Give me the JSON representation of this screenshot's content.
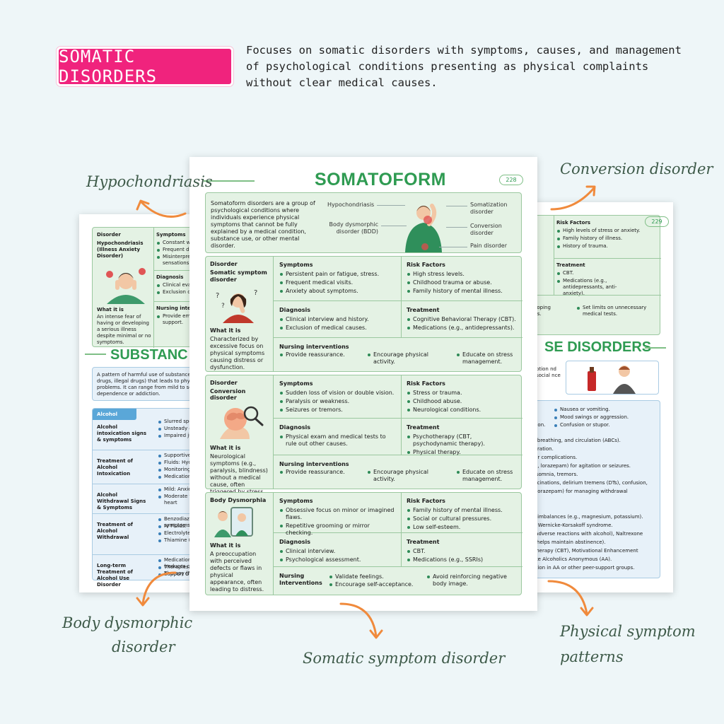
{
  "header": {
    "badge": "SOMATIC DISORDERS",
    "intro": "Focuses on somatic disorders with symptoms, causes, and management of psychological conditions presenting as physical complaints without clear medical causes."
  },
  "callouts": {
    "hypochondriasis": "Hypochondriasis",
    "conversion": "Conversion disorder",
    "body_dysmorphic_1": "Body dysmorphic",
    "body_dysmorphic_2": "disorder",
    "somatic_symptom": "Somatic symptom disorder",
    "physical_1": "Physical symptom",
    "physical_2": "patterns"
  },
  "main": {
    "title": "SOMATOFORM DISORDERS",
    "page_number": "228",
    "intro_text": "Somatoform disorders are a group of psychological conditions where individuals experience physical symptoms that cannot be fully explained by a medical condition, substance use, or other mental disorder.",
    "labels": {
      "hypochondriasis": "Hypochondriasis",
      "bdd": "Body dysmorphic disorder (BDD)",
      "somatization": "Somatization disorder",
      "conversion": "Conversion disorder",
      "pain": "Pain disorder"
    },
    "common": {
      "disorder": "Disorder",
      "what_it_is": "What it is",
      "symptoms": "Symptoms",
      "risk_factors": "Risk Factors",
      "diagnosis": "Diagnosis",
      "treatment": "Treatment",
      "nursing": "Nursing interventions",
      "nursing_split": "Nursing Interventions"
    },
    "somatic": {
      "name": "Somatic symptom disorder",
      "what": "Characterized by excessive focus on physical symptoms causing distress or dysfunction.",
      "symptoms": [
        "Persistent pain or fatigue, stress.",
        "Frequent medical visits.",
        "Anxiety about symptoms."
      ],
      "risk": [
        "High stress levels.",
        "Childhood trauma or abuse.",
        "Family history of mental illness."
      ],
      "diagnosis": [
        "Clinical interview and history.",
        "Exclusion of medical causes."
      ],
      "treatment": [
        "Cognitive Behavioral Therapy (CBT).",
        "Medications (e.g., antidepressants)."
      ],
      "nursing": [
        "Provide reassurance.",
        "Encourage physical activity.",
        "Educate on stress management."
      ]
    },
    "conversion": {
      "name": "Conversion disorder",
      "what": "Neurological symptoms (e.g., paralysis, blindness) without a medical cause, often triggered by stress.",
      "symptoms": [
        "Sudden loss of vision or double vision.",
        "Paralysis or weakness.",
        "Seizures or tremors."
      ],
      "risk": [
        "Stress or trauma.",
        "Childhood abuse.",
        "Neurological conditions."
      ],
      "diagnosis": [
        "Physical exam and medical tests to rule out other causes."
      ],
      "treatment": [
        "Psychotherapy (CBT, psychodynamic therapy).",
        "Physical therapy."
      ],
      "nursing": [
        "Provide reassurance.",
        "Encourage physical activity.",
        "Educate on stress management."
      ]
    },
    "bdd": {
      "name": "Body Dysmorphia",
      "what": "A preoccupation with perceived defects or flaws in physical appearance, often leading to distress.",
      "symptoms": [
        "Obsessive focus on minor or imagined flaws.",
        "Repetitive grooming or mirror checking."
      ],
      "risk": [
        "Family history of mental illness.",
        "Social or cultural pressures.",
        "Low self-esteem."
      ],
      "diagnosis": [
        "Clinical interview.",
        "Psychological assessment."
      ],
      "treatment": [
        "CBT.",
        "Medications (e.g., SSRIs)"
      ],
      "nursing": [
        "Validate feelings.",
        "Encourage self-acceptance.",
        "Avoid reinforcing negative body image."
      ]
    }
  },
  "left_page": {
    "disorder": "Disorder",
    "name": "Hypochondriasis (Illness Anxiety Disorder)",
    "symptoms": "Symptoms",
    "sym_items": [
      "Constant wor",
      "Frequent doc",
      "Misinterpret sensations."
    ],
    "diagnosis": "Diagnosis",
    "diag_items": [
      "Clinical evalu",
      "Exclusion of m"
    ],
    "what": "What it is",
    "what_text": "An intense fear of having or developing a serious illness despite minimal or no symptoms.",
    "nursing": "Nursing interv",
    "nursing_items": [
      "Provide emot support."
    ],
    "section_title": "SUBSTANC",
    "sub_intro": "A pattern of harmful use of substances ( drugs, illegal drugs) that leads to physic problems. It can range from mild to seve dependence or addiction.",
    "alcohol_tab": "Alcohol",
    "rows": [
      {
        "label": "Alcohol intoxication signs & symptoms",
        "items": [
          "Slurred spe",
          "Unsteady g",
          "Impaired ju"
        ]
      },
      {
        "label": "Treatment of Alcohol Intoxication",
        "items": [
          "Supportive",
          "Fluids: Hyd",
          "Monitoring",
          "Medication"
        ]
      },
      {
        "label": "Alcohol Withdrawal Signs & Symptoms",
        "items": [
          "Mild: Anxie",
          "Moderate t rapid heart"
        ]
      },
      {
        "label": "Treatment of Alcohol Withdrawal",
        "items": [
          "Benzodiaze symptoms",
          "IV Fluids: T",
          "Electrolyte",
          "Thiamine ("
        ]
      },
      {
        "label": "Long-term Treatment of Alcohol Use Disorder",
        "items": [
          "Medication (reduces c",
          "Therapies: Therapy (M",
          "Support Gr"
        ]
      }
    ]
  },
  "right_page": {
    "page_number": "229",
    "risk": "Risk Factors",
    "risk_items": [
      "High levels of stress or anxiety.",
      "Family history of illness.",
      "History of trauma."
    ],
    "treatment": "Treatment",
    "treat_items": [
      "CBT.",
      "Medications (e.g., antidepressants, anti-anxiety)."
    ],
    "coping": "e coping gies.",
    "limits": "Set limits on unnecessary medical tests.",
    "section_title": "SE DISORDERS",
    "frag_intro": "ption nd social nce",
    "list_a": [
      "Nausea or vomiting.",
      "Mood swings or aggression.",
      "Confusion or stupor."
    ],
    "frag_nation": "nation.",
    "lines": [
      "ay, breathing, and circulation (ABCs).",
      "hydration.",
      "n for complications.",
      "e.g., lorazepam) for agitation or seizures.",
      ", insomnia, tremors.",
      "allucinations, delirium tremens (DTs), confusion,",
      "m, lorazepam) for managing withdrawal",
      "rs.",
      "n.",
      "ect imbalances (e.g., magnesium, potassium).",
      "ent Wernicke-Korsakoff syndrome.",
      "es adverse reactions with alcohol), Naltrexone",
      "te (helps maintain abstinence).",
      "al therapy (CBT), Motivational Enhancement",
      "s like Alcoholics Anonymous (AA).",
      "ipation in AA or other peer-support groups."
    ]
  }
}
